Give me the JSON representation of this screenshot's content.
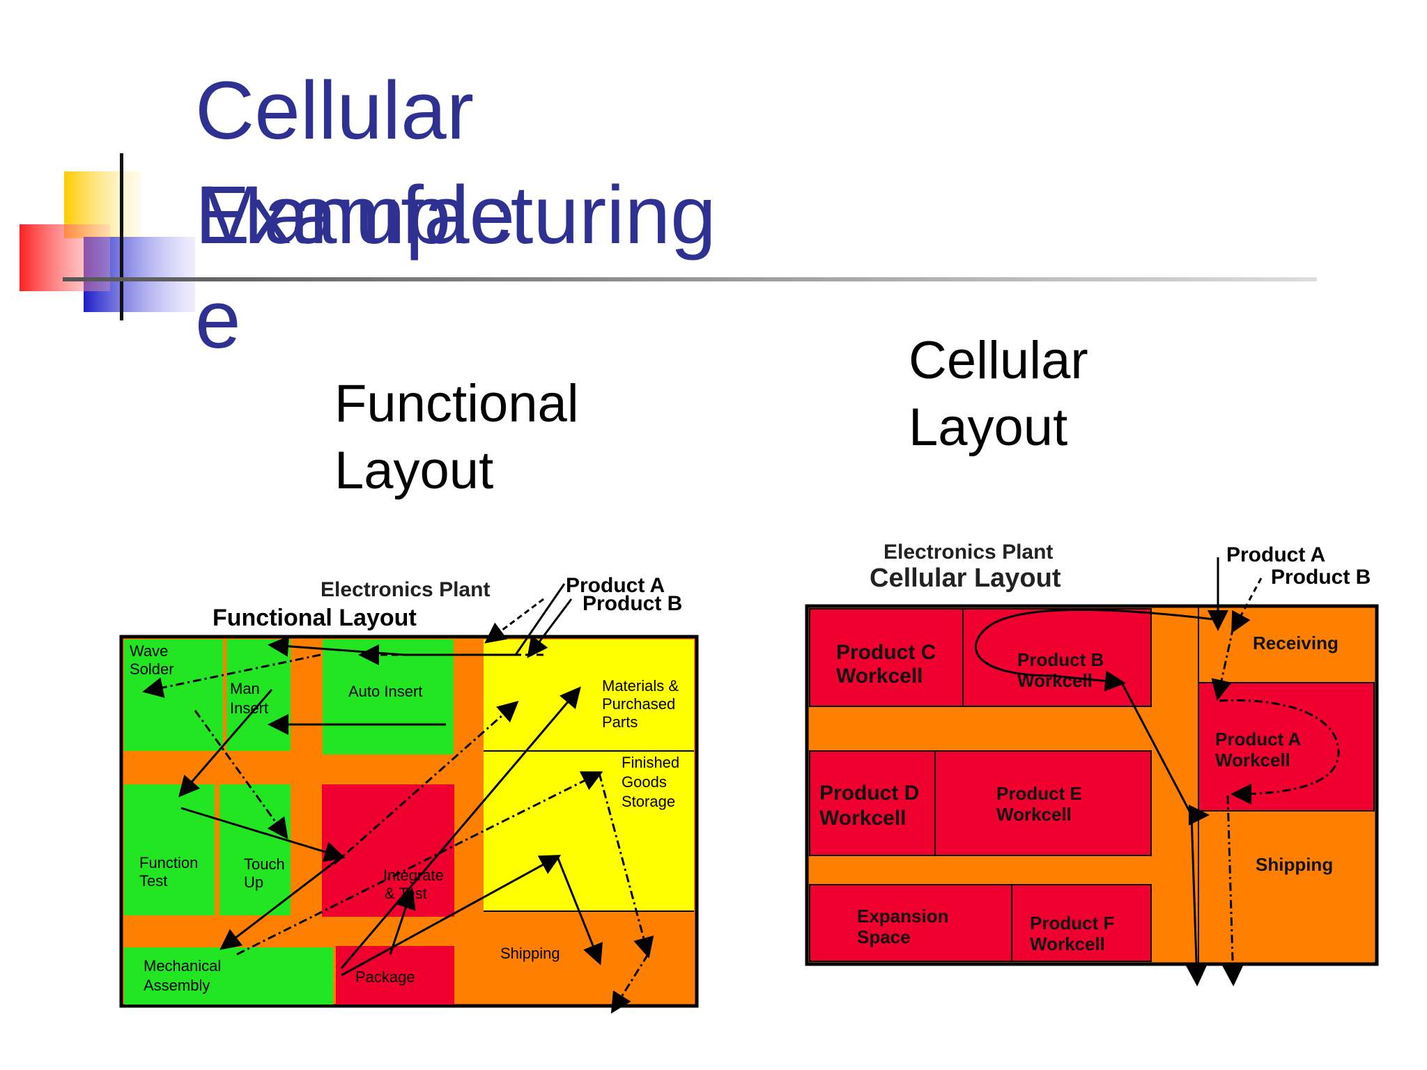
{
  "slide": {
    "title_line1": "Cellular",
    "title_line2_a": "Manufacturing",
    "title_line2_b": "Example",
    "title_line3": "e",
    "subtitle_left_1": "Functional",
    "subtitle_left_2": "Layout",
    "subtitle_right_1": "Cellular",
    "subtitle_right_2": "Layout"
  },
  "functional_diagram": {
    "plant_label": "Electronics Plant",
    "layout_label": "Functional Layout",
    "legend_product_a": "Product A",
    "legend_product_b": "Product B",
    "areas": {
      "wave_solder_1": "Wave",
      "wave_solder_2": "Solder",
      "man_insert_1": "Man",
      "man_insert_2": "Insert",
      "auto_insert": "Auto Insert",
      "materials_1": "Materials &",
      "materials_2": "Purchased",
      "materials_3": "Parts",
      "finished_1": "Finished",
      "finished_2": "Goods",
      "finished_3": "Storage",
      "function_test_1": "Function",
      "function_test_2": "Test",
      "touch_up_1": "Touch",
      "touch_up_2": "Up",
      "integrate_1": "Integrate",
      "integrate_2": "& Test",
      "mech_1": "Mechanical",
      "mech_2": "Assembly",
      "package": "Package",
      "shipping": "Shipping"
    }
  },
  "cellular_diagram": {
    "plant_label": "Electronics Plant",
    "layout_label": "Cellular Layout",
    "legend_product_a": "Product A",
    "legend_product_b": "Product B",
    "cells": {
      "product_c_1": "Product C",
      "product_c_2": "Workcell",
      "product_b_1": "Product B",
      "product_b_2": "Workcell",
      "receiving": "Receiving",
      "product_a_1": "Product A",
      "product_a_2": "Workcell",
      "product_d_1": "Product D",
      "product_d_2": "Workcell",
      "product_e_1": "Product E",
      "product_e_2": "Workcell",
      "shipping": "Shipping",
      "expansion_1": "Expansion",
      "expansion_2": "Space",
      "product_f_1": "Product F",
      "product_f_2": "Workcell"
    }
  },
  "colors": {
    "title": "#2e3192",
    "green": "#22e622",
    "yellow": "#ffff00",
    "orange": "#ff7f00",
    "red": "#f0002e"
  }
}
